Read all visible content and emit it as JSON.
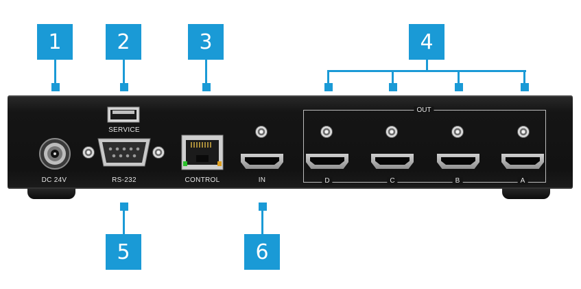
{
  "callouts": [
    "1",
    "2",
    "3",
    "4",
    "5",
    "6"
  ],
  "ports": {
    "dc": "DC 24V",
    "service": "SERVICE",
    "rs232": "RS-232",
    "control": "CONTROL",
    "in": "IN",
    "out": "OUT",
    "out_letters": [
      "D",
      "C",
      "B",
      "A"
    ]
  },
  "colors": {
    "callout": "#1a9ad6",
    "chassis": "#141414",
    "label_text": "#e6e6e6"
  }
}
